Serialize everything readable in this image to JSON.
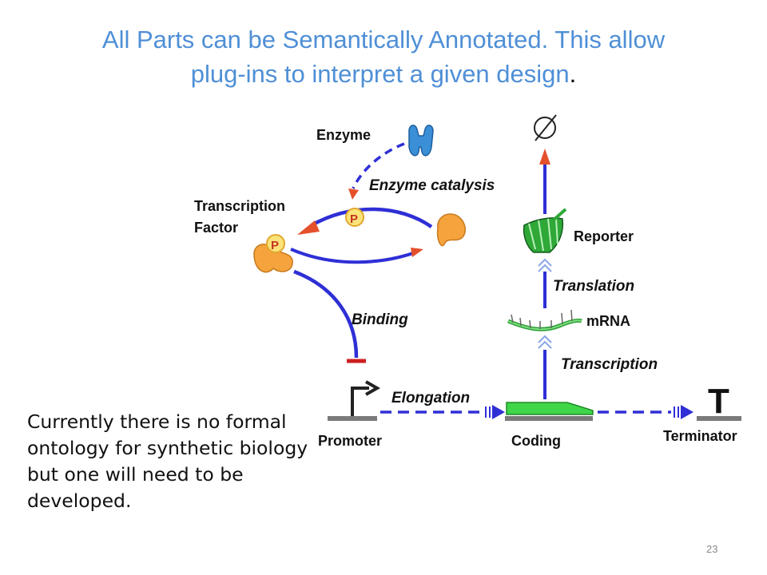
{
  "slide": {
    "title_line1": "All Parts can be Semantically Annotated. This allow",
    "title_line2": "plug-ins to interpret a given design",
    "title_period": ".",
    "body_text": "Currently there is no formal ontology for synthetic biology but one will need to be developed.",
    "page_number": "23"
  },
  "diagram": {
    "labels": {
      "enzyme": "Enzyme",
      "enzyme_catalysis": "Enzyme catalysis",
      "transcription_factor_line1": "Transcription",
      "transcription_factor_line2": "Factor",
      "phospho": "P",
      "reporter": "Reporter",
      "translation": "Translation",
      "binding": "Binding",
      "mrna": "mRNA",
      "transcription": "Transcription",
      "elongation": "Elongation",
      "promoter": "Promoter",
      "coding": "Coding",
      "terminator": "Terminator",
      "terminator_glyph": "T"
    },
    "colors": {
      "title": "#4f8fd6",
      "arrow_blue": "#2f2fd6",
      "arrow_head": "#e5502c",
      "inhibit_red": "#cc1f1f",
      "protein_orange": "#f5a33c",
      "enzyme_blue": "#3a8fd6",
      "coding_green": "#3fd64a",
      "reporter_green": "#2fa838",
      "dna_gray": "#7a7a7a"
    }
  }
}
